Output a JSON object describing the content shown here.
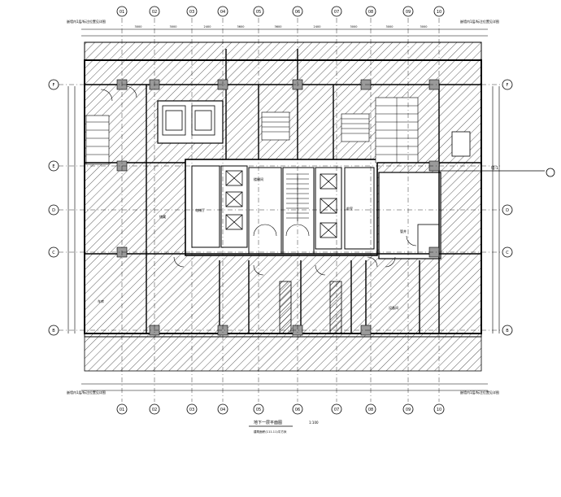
{
  "drawing": {
    "title": "地下一层平面图",
    "scale": "1:100",
    "note": "建筑面积(111.11)平方米",
    "corner_note": "嵌墙内1层/标注位置见详图",
    "section_tag": "墙-1"
  },
  "grid": {
    "columns": [
      "01",
      "02",
      "03",
      "04",
      "05",
      "06",
      "07",
      "08",
      "09",
      "10"
    ],
    "rows": [
      "F",
      "E",
      "D",
      "C",
      "B"
    ],
    "dimensions": [
      "3000",
      "3000",
      "2400",
      "3600",
      "3600",
      "2400",
      "3000",
      "3000",
      "3000"
    ]
  },
  "rooms": {
    "lobby": "电梯厅",
    "front_room": "前室",
    "stair": "楼梯间",
    "shaft": "管井",
    "storage": "储藏",
    "equipment": "设备间",
    "garage": "车库"
  },
  "colors": {
    "ink": "#000000",
    "paper": "#ffffff",
    "hatch": "#222222",
    "column": "#9a9a9a"
  }
}
